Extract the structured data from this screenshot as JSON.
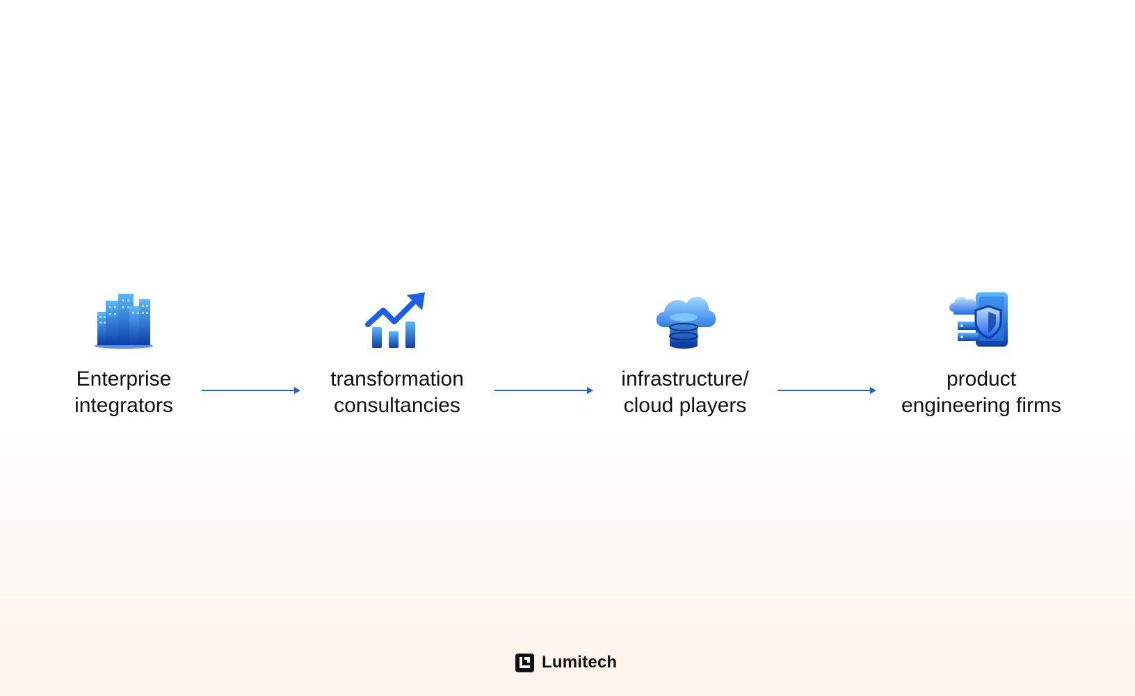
{
  "nodes": [
    {
      "line1": "Enterprise",
      "line2": "integrators",
      "icon": "buildings-icon"
    },
    {
      "line1": "transformation",
      "line2": "consultancies",
      "icon": "growth-chart-icon"
    },
    {
      "line1": "infrastructure/",
      "line2": "cloud players",
      "icon": "cloud-database-icon"
    },
    {
      "line1": "product",
      "line2": "engineering firms",
      "icon": "device-shield-icon"
    }
  ],
  "brand": {
    "name": "Lumitech",
    "icon": "lumitech-logo-icon"
  },
  "colors": {
    "accent": "#1a5fe6",
    "text": "#111111",
    "icon_dark": "#0d3ea8",
    "icon_light": "#5ab8ff"
  }
}
